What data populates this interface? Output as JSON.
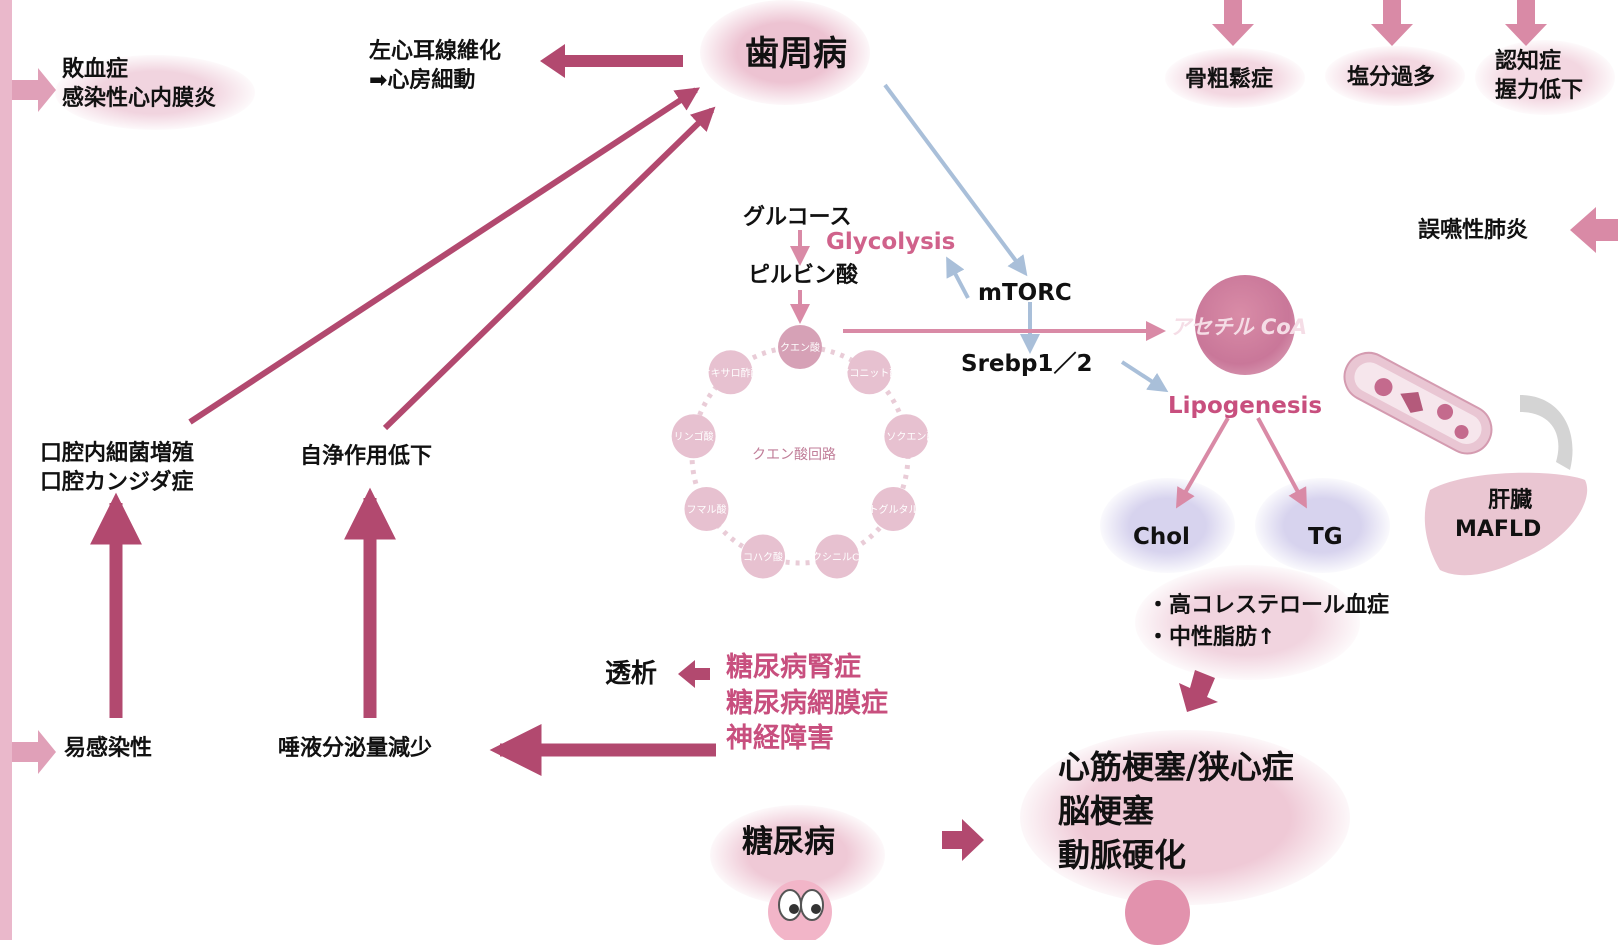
{
  "colors": {
    "arrow_dark": "#b2496f",
    "arrow_light": "#d98aa6",
    "arrow_blue": "#a9bfd9",
    "blob_pink": "#ecc5d3",
    "blob_lavender": "#d6d3ec",
    "pink_text": "#c84f7e",
    "left_bar": "#e8b9cb"
  },
  "labels": {
    "periodontal": "歯周病",
    "sepsis": [
      "敗血症",
      "感染性心内膜炎"
    ],
    "afib": [
      "左心耳線維化",
      "➡心房細動"
    ],
    "osteoporosis": "骨粗鬆症",
    "salt": "塩分過多",
    "dementia": [
      "認知症",
      "握力低下"
    ],
    "aspiration": "誤嚥性肺炎",
    "oral_bacteria": [
      "口腔内細菌増殖",
      "口腔カンジダ症"
    ],
    "self_cleaning": "自浄作用低下",
    "susceptibility": "易感染性",
    "saliva": "唾液分泌量減少",
    "dialysis": "透析",
    "complications": [
      "糖尿病腎症",
      "糖尿病網膜症",
      "神経障害"
    ],
    "diabetes": "糖尿病",
    "cardio": [
      "心筋梗塞/狭心症",
      "脳梗塞",
      "動脈硬化"
    ],
    "glucose": "グルコース",
    "glycolysis": "Glycolysis",
    "pyruvate": "ピルビン酸",
    "mtorc": "mTORC",
    "srebp": "Srebp1／2",
    "acetyl_coa": "アセチル CoA",
    "lipogenesis": "Lipogenesis",
    "chol": "Chol",
    "tg": "TG",
    "lipid": [
      "・高コレステロール血症",
      "・中性脂肪↑"
    ],
    "liver": [
      "肝臓",
      "MAFLD"
    ]
  },
  "tca_cycle": {
    "center": "クエン酸回路",
    "nodes": [
      "クエン酸",
      "アコニット酸",
      "イソクエン酸",
      "ケトグルタル酸",
      "スクシニルCoA",
      "コハク酸",
      "フマル酸",
      "リンゴ酸",
      "オキサロ酢酸"
    ]
  },
  "icons": [
    "tca-cycle-diagram",
    "blood-vessel-icon",
    "liver-icon",
    "curved-arrow-icon",
    "cartoon-eyes-icon"
  ]
}
